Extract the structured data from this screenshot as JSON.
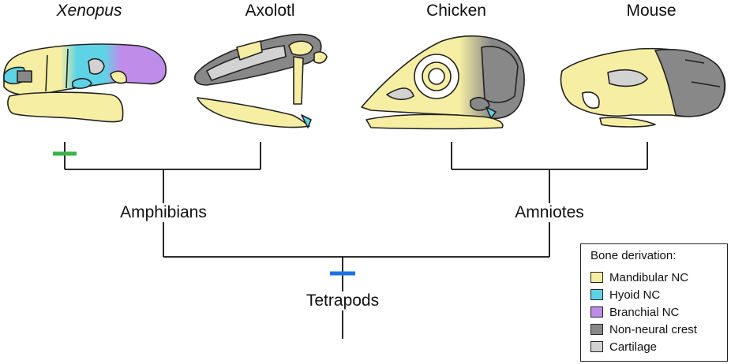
{
  "taxa": [
    {
      "label": "Xenopus",
      "italic": true
    },
    {
      "label": "Axolotl",
      "italic": false
    },
    {
      "label": "Chicken",
      "italic": false
    },
    {
      "label": "Mouse",
      "italic": false
    }
  ],
  "clades": {
    "amphibians": "Amphibians",
    "amniotes": "Amniotes",
    "tetrapods": "Tetrapods"
  },
  "legend": {
    "title": "Bone derivation:",
    "items": [
      {
        "label": "Mandibular NC",
        "color": "#f6eea3"
      },
      {
        "label": "Hyoid NC",
        "color": "#5fd3e6"
      },
      {
        "label": "Branchial NC",
        "color": "#c08ce9"
      },
      {
        "label": "Non-neural crest",
        "color": "#888888"
      },
      {
        "label": "Cartilage",
        "color": "#d2d2d2"
      }
    ]
  },
  "markers": {
    "green": "#3bb54a",
    "blue": "#1e6fe6"
  }
}
